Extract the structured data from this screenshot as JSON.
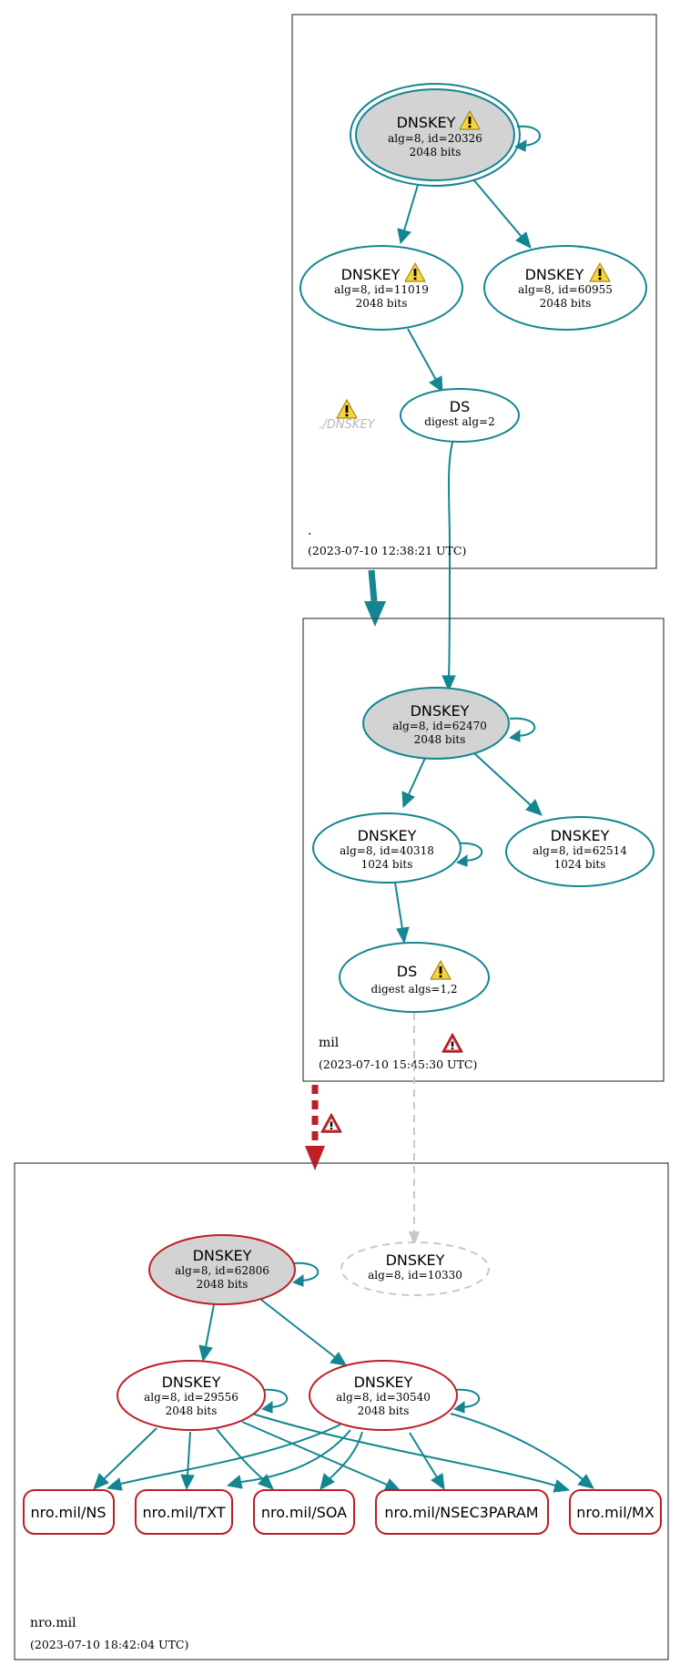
{
  "colors": {
    "secure": "#138691",
    "bogus": "#be1e24",
    "insecure_missing": "#c8c8c8",
    "key_fill": "#d3d3d3",
    "warn_fill": "#f8d43a",
    "error_fill": "#d52d35"
  },
  "icons": {
    "warning": "warning-triangle-icon",
    "error": "error-triangle-icon"
  },
  "zones": {
    "root": {
      "name": ".",
      "timestamp": "(2023-07-10 12:38:21 UTC)",
      "nodes": {
        "ksk": {
          "type": "DNSKEY",
          "detail1": "alg=8, id=20326",
          "detail2": "2048 bits",
          "status": "secure",
          "warning": true
        },
        "zsk1": {
          "type": "DNSKEY",
          "detail1": "alg=8, id=11019",
          "detail2": "2048 bits",
          "status": "secure",
          "warning": true
        },
        "zsk2": {
          "type": "DNSKEY",
          "detail1": "alg=8, id=60955",
          "detail2": "2048 bits",
          "status": "secure",
          "warning": true
        },
        "ds": {
          "type": "DS",
          "detail1": "digest alg=2",
          "status": "secure"
        }
      },
      "rrset_warning": "./DNSKEY"
    },
    "mil": {
      "name": "mil",
      "timestamp": "(2023-07-10 15:45:30 UTC)",
      "nodes": {
        "ksk": {
          "type": "DNSKEY",
          "detail1": "alg=8, id=62470",
          "detail2": "2048 bits",
          "status": "secure"
        },
        "zsk1": {
          "type": "DNSKEY",
          "detail1": "alg=8, id=40318",
          "detail2": "1024 bits",
          "status": "secure"
        },
        "zsk2": {
          "type": "DNSKEY",
          "detail1": "alg=8, id=62514",
          "detail2": "1024 bits",
          "status": "secure"
        },
        "ds": {
          "type": "DS",
          "detail1": "digest algs=1,2",
          "status": "secure",
          "warning": true
        }
      },
      "zone_error": true
    },
    "nro": {
      "name": "nro.mil",
      "timestamp": "(2023-07-10 18:42:04 UTC)",
      "nodes": {
        "ksk": {
          "type": "DNSKEY",
          "detail1": "alg=8, id=62806",
          "detail2": "2048 bits",
          "status": "bogus"
        },
        "missing_key": {
          "type": "DNSKEY",
          "detail1": "alg=8, id=10330",
          "status": "missing"
        },
        "zsk1": {
          "type": "DNSKEY",
          "detail1": "alg=8, id=29556",
          "detail2": "2048 bits",
          "status": "bogus"
        },
        "zsk2": {
          "type": "DNSKEY",
          "detail1": "alg=8, id=30540",
          "detail2": "2048 bits",
          "status": "bogus"
        }
      },
      "rrsets": [
        "nro.mil/NS",
        "nro.mil/TXT",
        "nro.mil/SOA",
        "nro.mil/NSEC3PARAM",
        "nro.mil/MX"
      ]
    }
  },
  "delegations": [
    {
      "from": ".",
      "to": "mil",
      "status": "secure"
    },
    {
      "from": "mil",
      "to": "nro.mil",
      "status": "bogus",
      "error": true
    }
  ]
}
